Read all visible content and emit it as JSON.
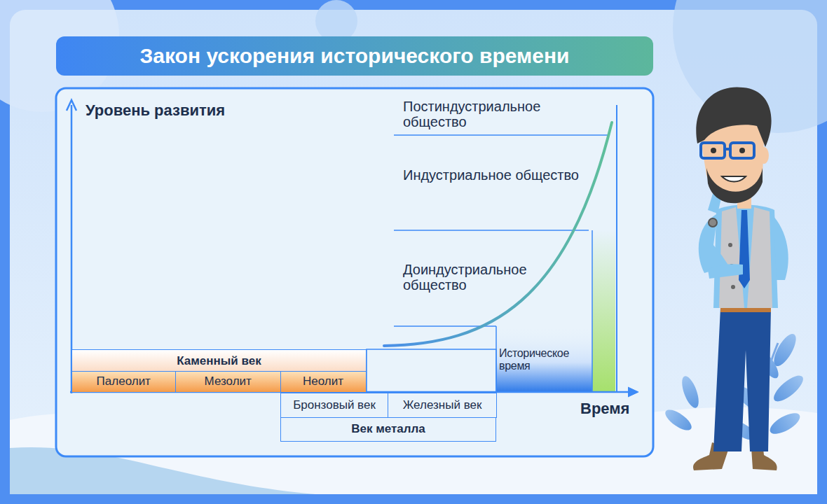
{
  "diagram": {
    "title": "Закон ускорения исторического времени",
    "nodes": [
      {
        "text": [
          "Каменный век"
        ]
      },
      {
        "text": [
          "Палеолит"
        ],
        "in": 0
      },
      {
        "text": [
          "Мезолит"
        ],
        "in": 0
      },
      {
        "text": [
          "Неолит"
        ],
        "in": 0
      },
      {
        "text": [
          "Век металла"
        ]
      },
      {
        "text": [
          "Бронзовый век"
        ],
        "in": 4
      },
      {
        "text": [
          "Железный век"
        ],
        "in": 4
      },
      {
        "text": [
          "Историческое время"
        ]
      }
    ],
    "labels": [
      "Уровень развития",
      "Постиндустриальное общество",
      "Индустриальное общество",
      "Доиндустриальное общество",
      "Время"
    ]
  }
}
